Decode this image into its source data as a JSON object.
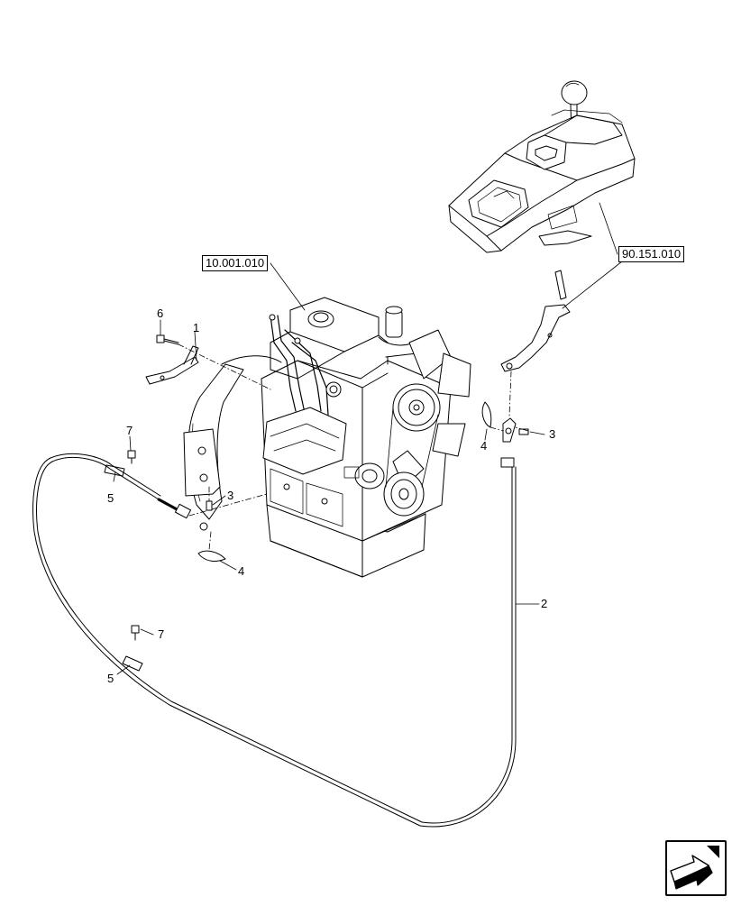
{
  "references": {
    "engine": "10.001.010",
    "control_console": "90.151.010"
  },
  "callouts": [
    {
      "id": "c6",
      "text": "6"
    },
    {
      "id": "c1",
      "text": "1"
    },
    {
      "id": "c7a",
      "text": "7"
    },
    {
      "id": "c5a",
      "text": "5"
    },
    {
      "id": "c3a",
      "text": "3"
    },
    {
      "id": "c4a",
      "text": "4"
    },
    {
      "id": "c7b",
      "text": "7"
    },
    {
      "id": "c5b",
      "text": "5"
    },
    {
      "id": "c2",
      "text": "2"
    },
    {
      "id": "c4b",
      "text": "4"
    },
    {
      "id": "c3b",
      "text": "3"
    }
  ],
  "nav": {
    "icon": "next-page-arrow-icon"
  }
}
